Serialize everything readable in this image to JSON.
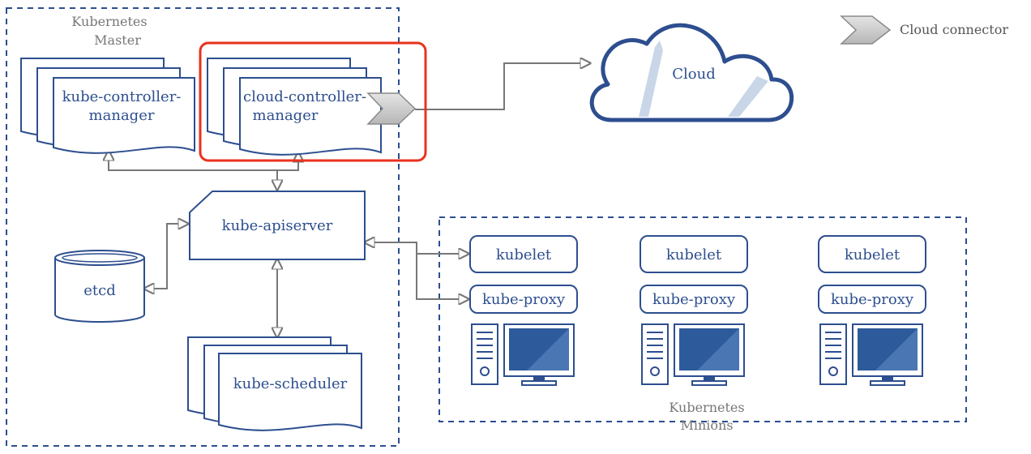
{
  "master": {
    "label_line1": "Kubernetes",
    "label_line2": "Master"
  },
  "minions": {
    "label_line1": "Kubernetes",
    "label_line2": "Minions"
  },
  "components": {
    "kube_controller_manager": {
      "line1": "kube-controller-",
      "line2": "manager"
    },
    "cloud_controller_manager": {
      "line1": "cloud-controller-",
      "line2": "manager"
    },
    "kube_apiserver": "kube-apiserver",
    "etcd": "etcd",
    "kube_scheduler": "kube-scheduler"
  },
  "cloud": {
    "label": "Cloud"
  },
  "legend": {
    "label": "Cloud connector"
  },
  "nodes": [
    {
      "kubelet": "kubelet",
      "proxy": "kube-proxy"
    },
    {
      "kubelet": "kubelet",
      "proxy": "kube-proxy"
    },
    {
      "kubelet": "kubelet",
      "proxy": "kube-proxy"
    }
  ],
  "colors": {
    "primary": "#2d4e8f",
    "connector": "#777777",
    "highlight": "#e8321e",
    "cloud_fill": "#c9d6e8"
  }
}
